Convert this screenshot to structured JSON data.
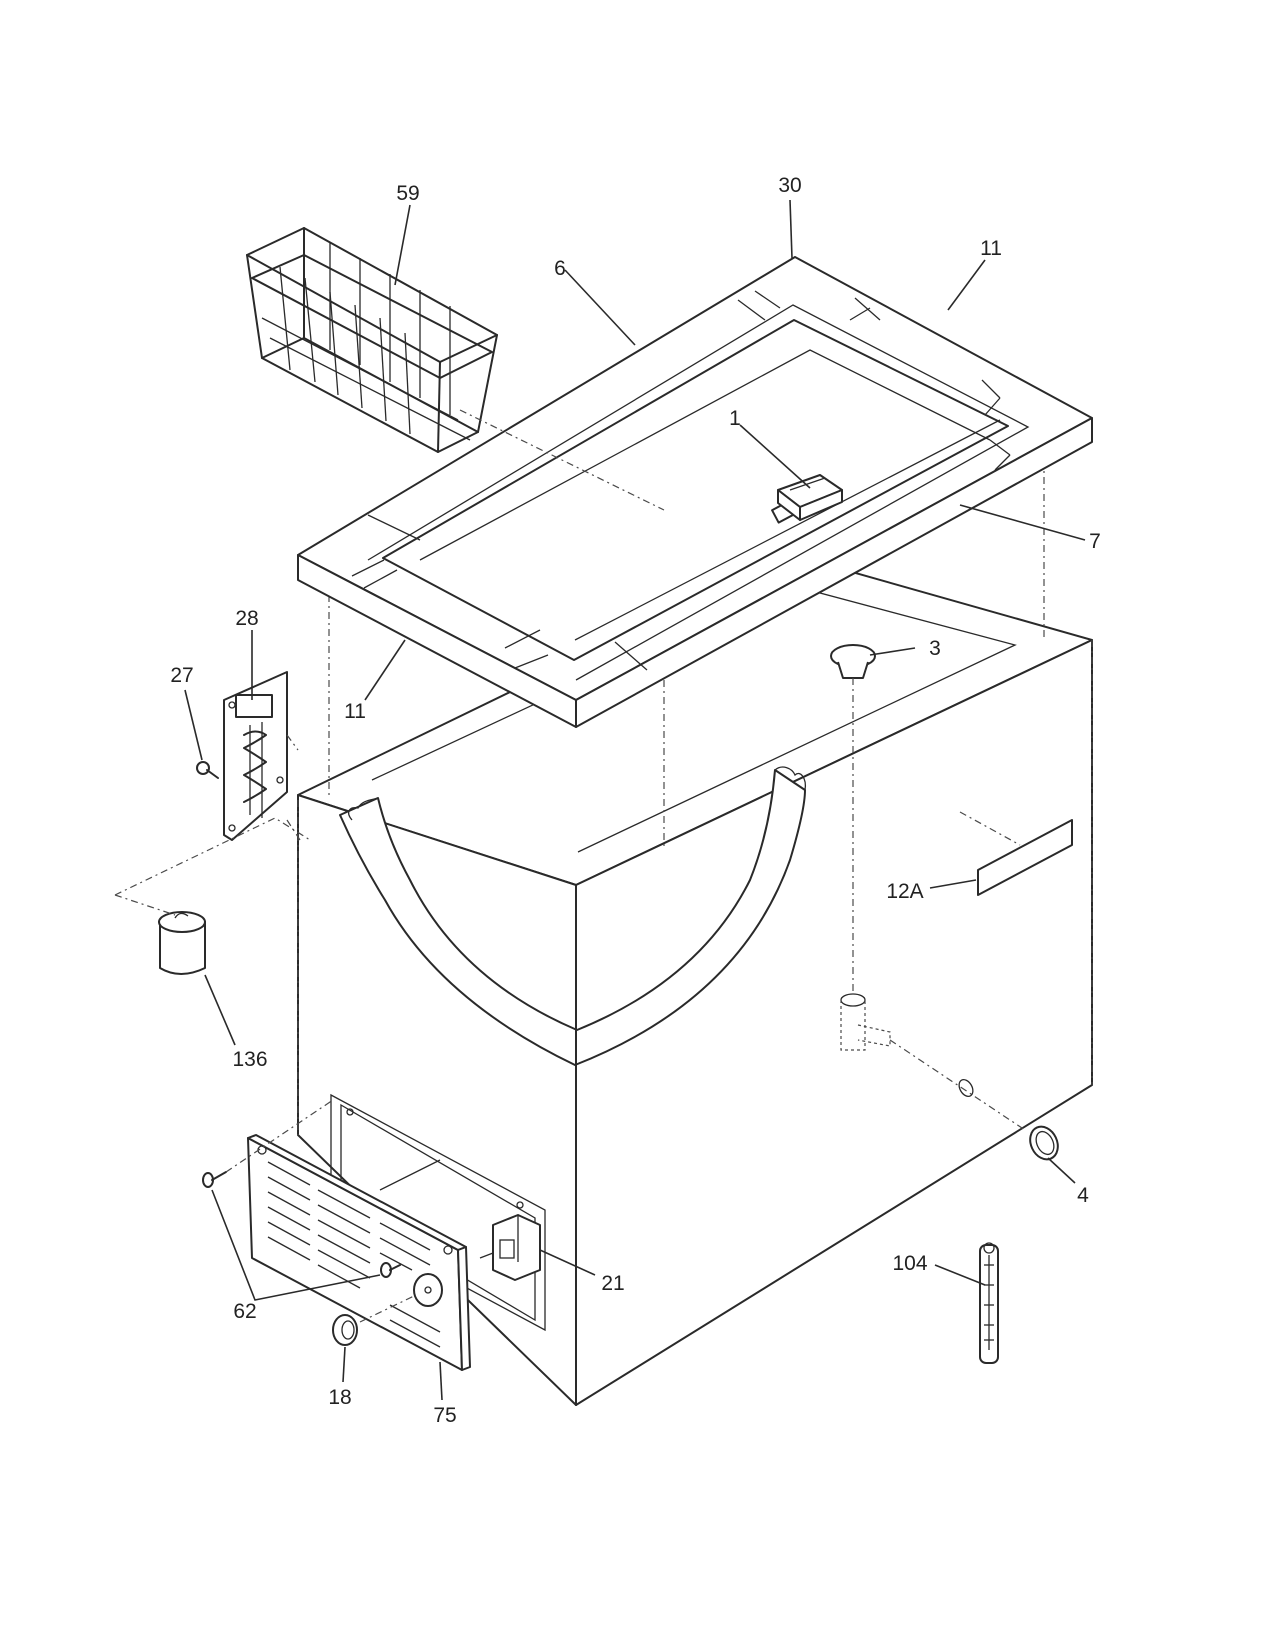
{
  "diagram": {
    "callouts": [
      {
        "id": "c59",
        "text": "59"
      },
      {
        "id": "c30",
        "text": "30"
      },
      {
        "id": "c11a",
        "text": "11"
      },
      {
        "id": "c6",
        "text": "6"
      },
      {
        "id": "c1",
        "text": "1"
      },
      {
        "id": "c7",
        "text": "7"
      },
      {
        "id": "c3",
        "text": "3"
      },
      {
        "id": "c28",
        "text": "28"
      },
      {
        "id": "c27",
        "text": "27"
      },
      {
        "id": "c11b",
        "text": "11"
      },
      {
        "id": "c12A",
        "text": "12A"
      },
      {
        "id": "c136",
        "text": "136"
      },
      {
        "id": "c4",
        "text": "4"
      },
      {
        "id": "c104",
        "text": "104"
      },
      {
        "id": "c21",
        "text": "21"
      },
      {
        "id": "c62",
        "text": "62"
      },
      {
        "id": "c18",
        "text": "18"
      },
      {
        "id": "c75",
        "text": "75"
      }
    ]
  }
}
